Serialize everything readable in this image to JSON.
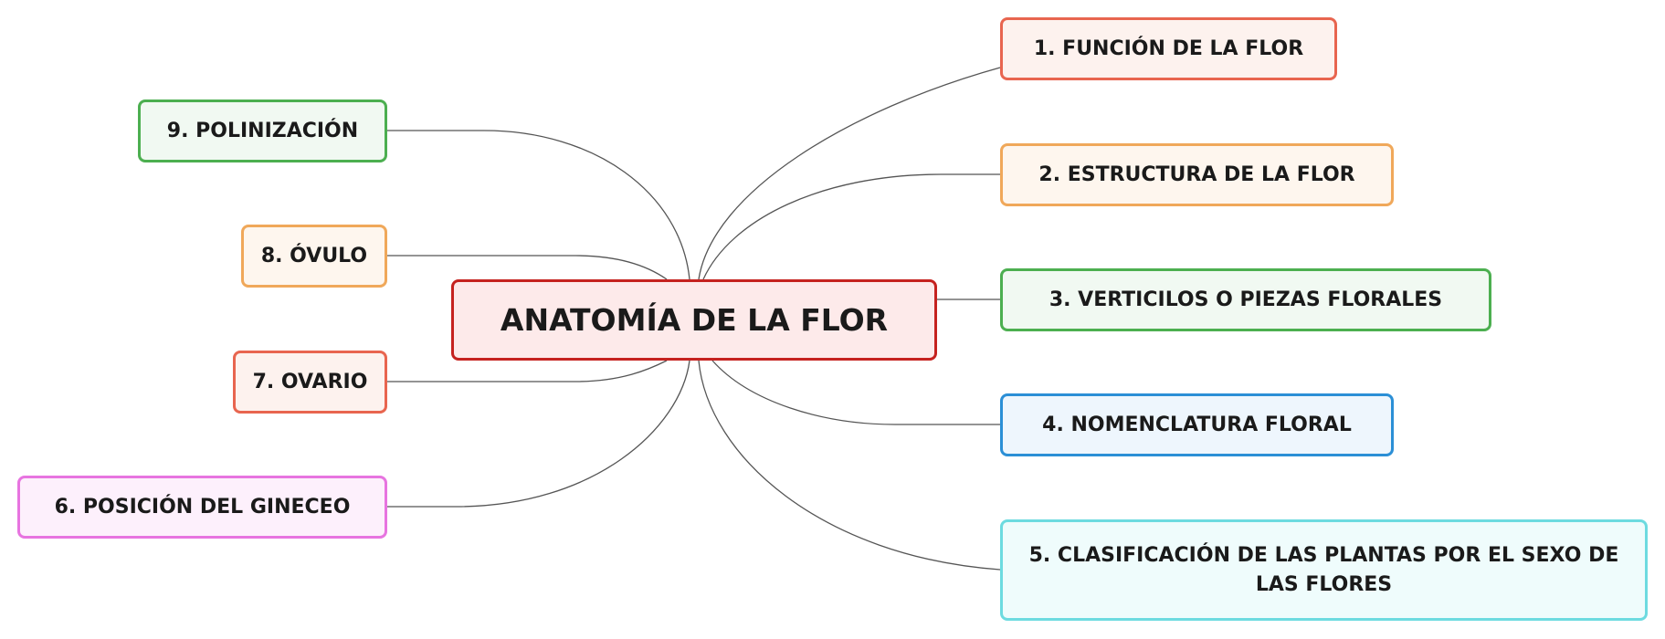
{
  "central": {
    "label": "ANATOMÍA DE LA FLOR",
    "border_color": "#c5221f",
    "fill_color": "#fdeaea"
  },
  "branches": [
    {
      "label": "1. FUNCIÓN DE LA FLOR",
      "side": "right",
      "border_color": "#e8654f",
      "fill_color": "#fdf2ee"
    },
    {
      "label": "2. ESTRUCTURA DE LA FLOR",
      "side": "right",
      "border_color": "#f0a85a",
      "fill_color": "#fef6ee"
    },
    {
      "label": "3. VERTICILOS O PIEZAS FLORALES",
      "side": "right",
      "border_color": "#4caf50",
      "fill_color": "#f1f9f2"
    },
    {
      "label": "4. NOMENCLATURA FLORAL",
      "side": "right",
      "border_color": "#2b8fd6",
      "fill_color": "#eef6fd"
    },
    {
      "label": "5. CLASIFICACIÓN DE LAS PLANTAS POR EL SEXO DE LAS FLORES",
      "side": "right",
      "border_color": "#6ddbe0",
      "fill_color": "#effcfc"
    },
    {
      "label": "6. POSICIÓN DEL GINECEO",
      "side": "left",
      "border_color": "#e774e0",
      "fill_color": "#fdf0fc"
    },
    {
      "label": "7. OVARIO",
      "side": "left",
      "border_color": "#e8654f",
      "fill_color": "#fdf2ee"
    },
    {
      "label": "8. ÓVULO",
      "side": "left",
      "border_color": "#f0a85a",
      "fill_color": "#fef6ee"
    },
    {
      "label": "9. POLINIZACIÓN",
      "side": "left",
      "border_color": "#4caf50",
      "fill_color": "#f1f9f2"
    }
  ],
  "connector_color": "#555555"
}
